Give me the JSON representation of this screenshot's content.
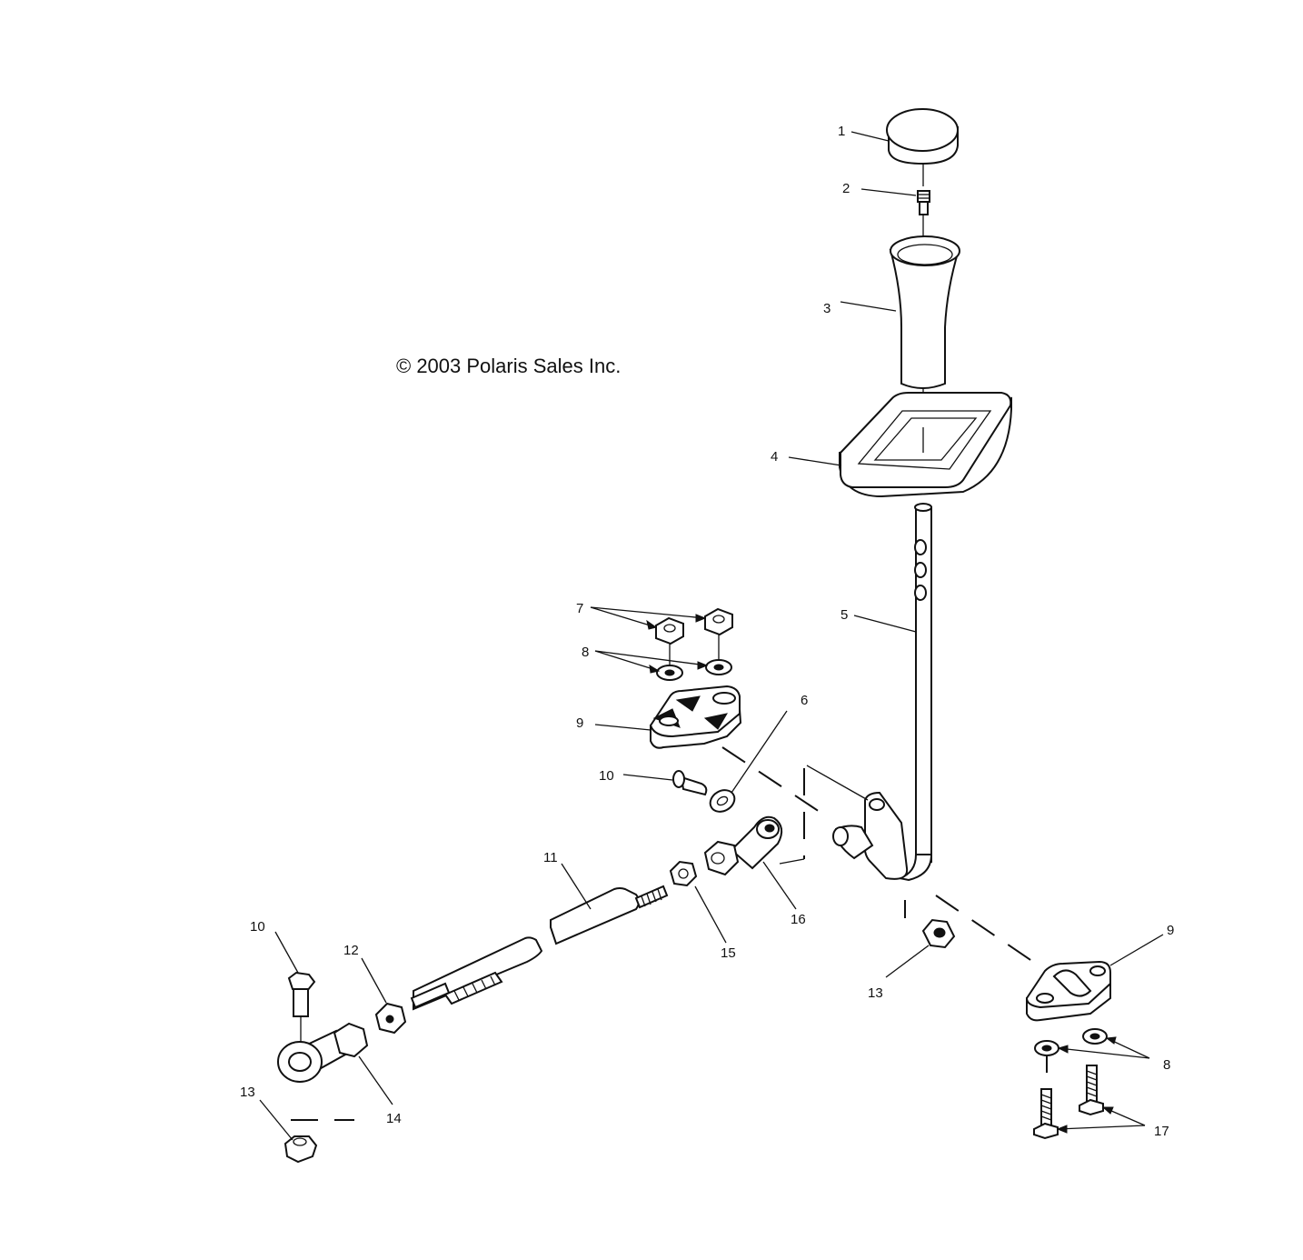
{
  "copyright": "© 2003 Polaris Sales Inc.",
  "labels": {
    "l1": "1",
    "l2": "2",
    "l3": "3",
    "l4": "4",
    "l5": "5",
    "l6": "6",
    "l7": "7",
    "l8a": "8",
    "l8b": "8",
    "l9a": "9",
    "l9b": "9",
    "l10a": "10",
    "l10b": "10",
    "l11": "11",
    "l12": "12",
    "l13a": "13",
    "l13b": "13",
    "l14": "14",
    "l15": "15",
    "l16": "16",
    "l17": "17"
  },
  "colors": {
    "line": "#111111",
    "background": "#ffffff"
  }
}
